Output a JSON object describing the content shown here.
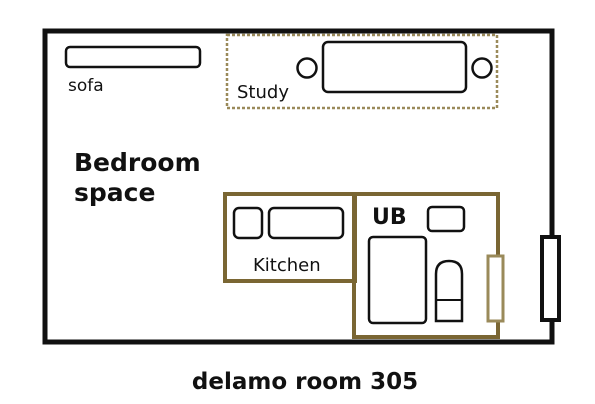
{
  "labels": {
    "sofa": "sofa",
    "study": "Study",
    "bedroom_line1": "Bedroom",
    "bedroom_line2": "space",
    "ub": "UB",
    "kitchen": "Kitchen",
    "caption": "delamo room 305"
  },
  "colors": {
    "wall": "#111111",
    "partition": "#7a6633",
    "study_border": "#9a8a5a",
    "background": "#ffffff"
  }
}
